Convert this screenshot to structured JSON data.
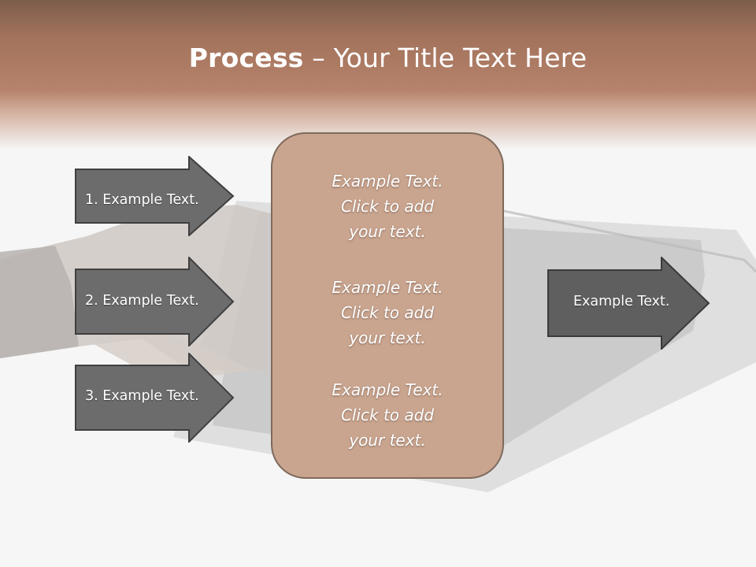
{
  "slide": {
    "title_bold": "Process",
    "title_rest": " – Your Title Text Here",
    "left_arrows": [
      {
        "label": "1. Example Text."
      },
      {
        "label": "2. Example Text."
      },
      {
        "label": "3. Example Text."
      }
    ],
    "panel_items": [
      {
        "line1": "Example Text.",
        "line2": "Click  to add",
        "line3": "your text."
      },
      {
        "line1": "Example Text.",
        "line2": "Click  to add",
        "line3": "your text."
      },
      {
        "line1": "Example Text.",
        "line2": "Click  to add",
        "line3": "your text."
      }
    ],
    "right_arrow": {
      "label": "Example Text."
    }
  },
  "colors": {
    "header": "#b6826b",
    "arrow_fill": "#6c6c6c",
    "panel_fill": "#c9a48e",
    "panel_border": "#7e6a5c"
  }
}
